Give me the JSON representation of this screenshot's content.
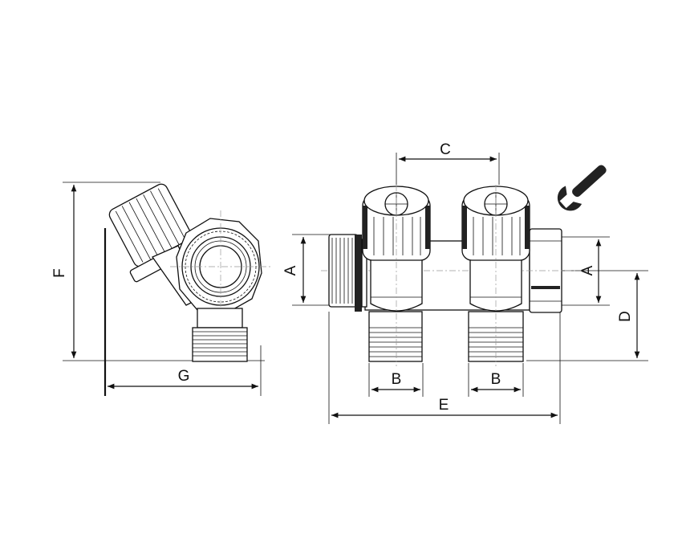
{
  "dimensions": {
    "A_left": "A",
    "A_right": "A",
    "B_left": "B",
    "B_right": "B",
    "C": "C",
    "D": "D",
    "E": "E",
    "F": "F",
    "G": "G"
  },
  "icons": {
    "wrench": "wrench-icon"
  },
  "colors": {
    "line": "#111111",
    "background": "#ffffff"
  }
}
